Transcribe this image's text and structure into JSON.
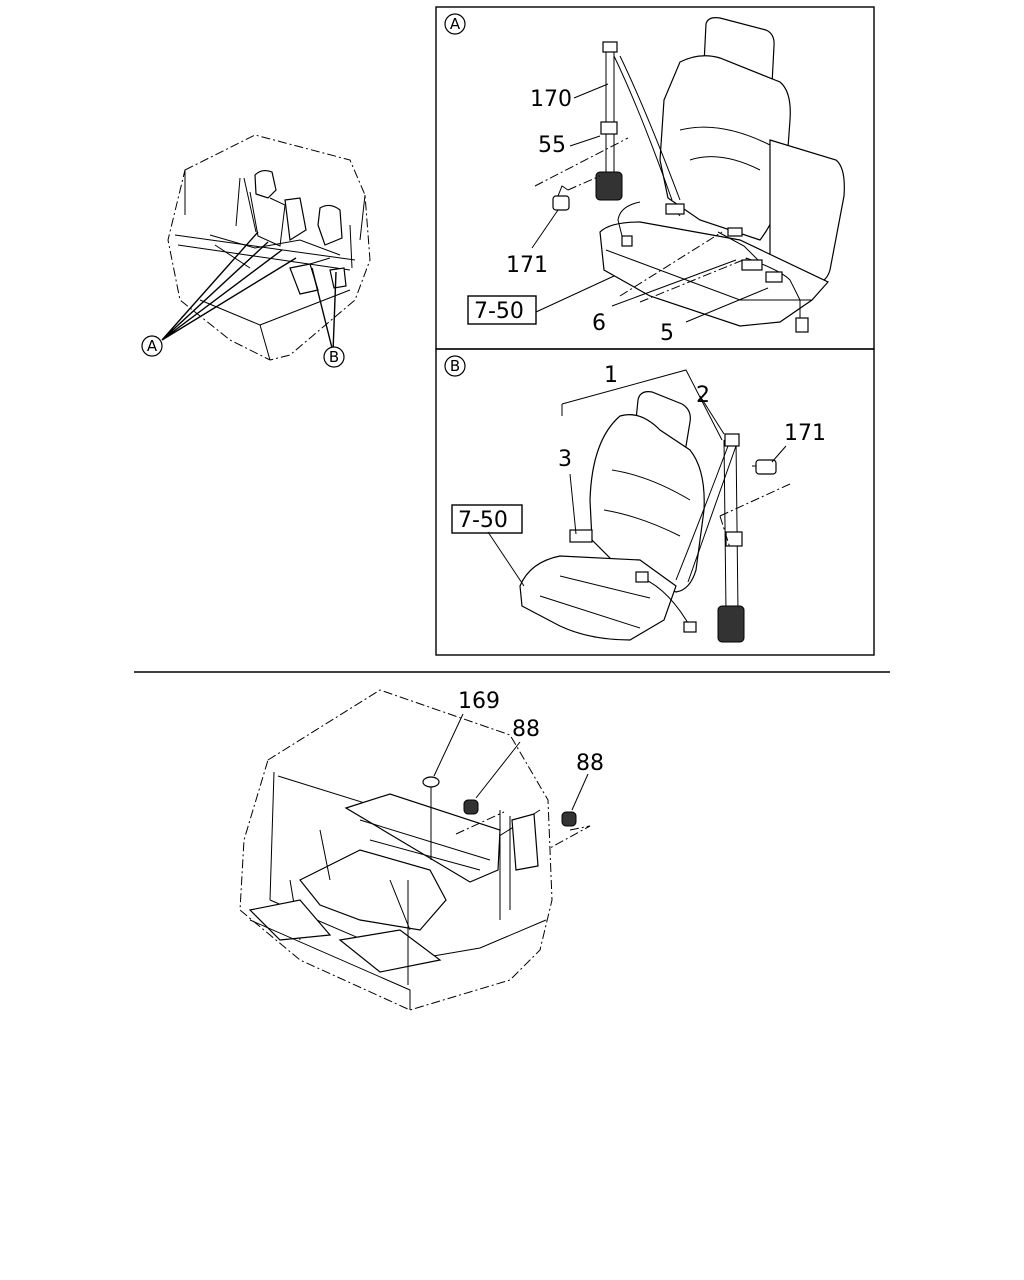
{
  "callouts": {
    "a": "A",
    "b": "B"
  },
  "panel_a": {
    "marker": "A",
    "parts": [
      "170",
      "55",
      "171",
      "7-50",
      "6",
      "5"
    ]
  },
  "panel_b": {
    "marker": "B",
    "parts": [
      "1",
      "2",
      "171",
      "3",
      "7-50"
    ]
  },
  "bottom": {
    "parts": [
      "169",
      "88",
      "88"
    ]
  }
}
